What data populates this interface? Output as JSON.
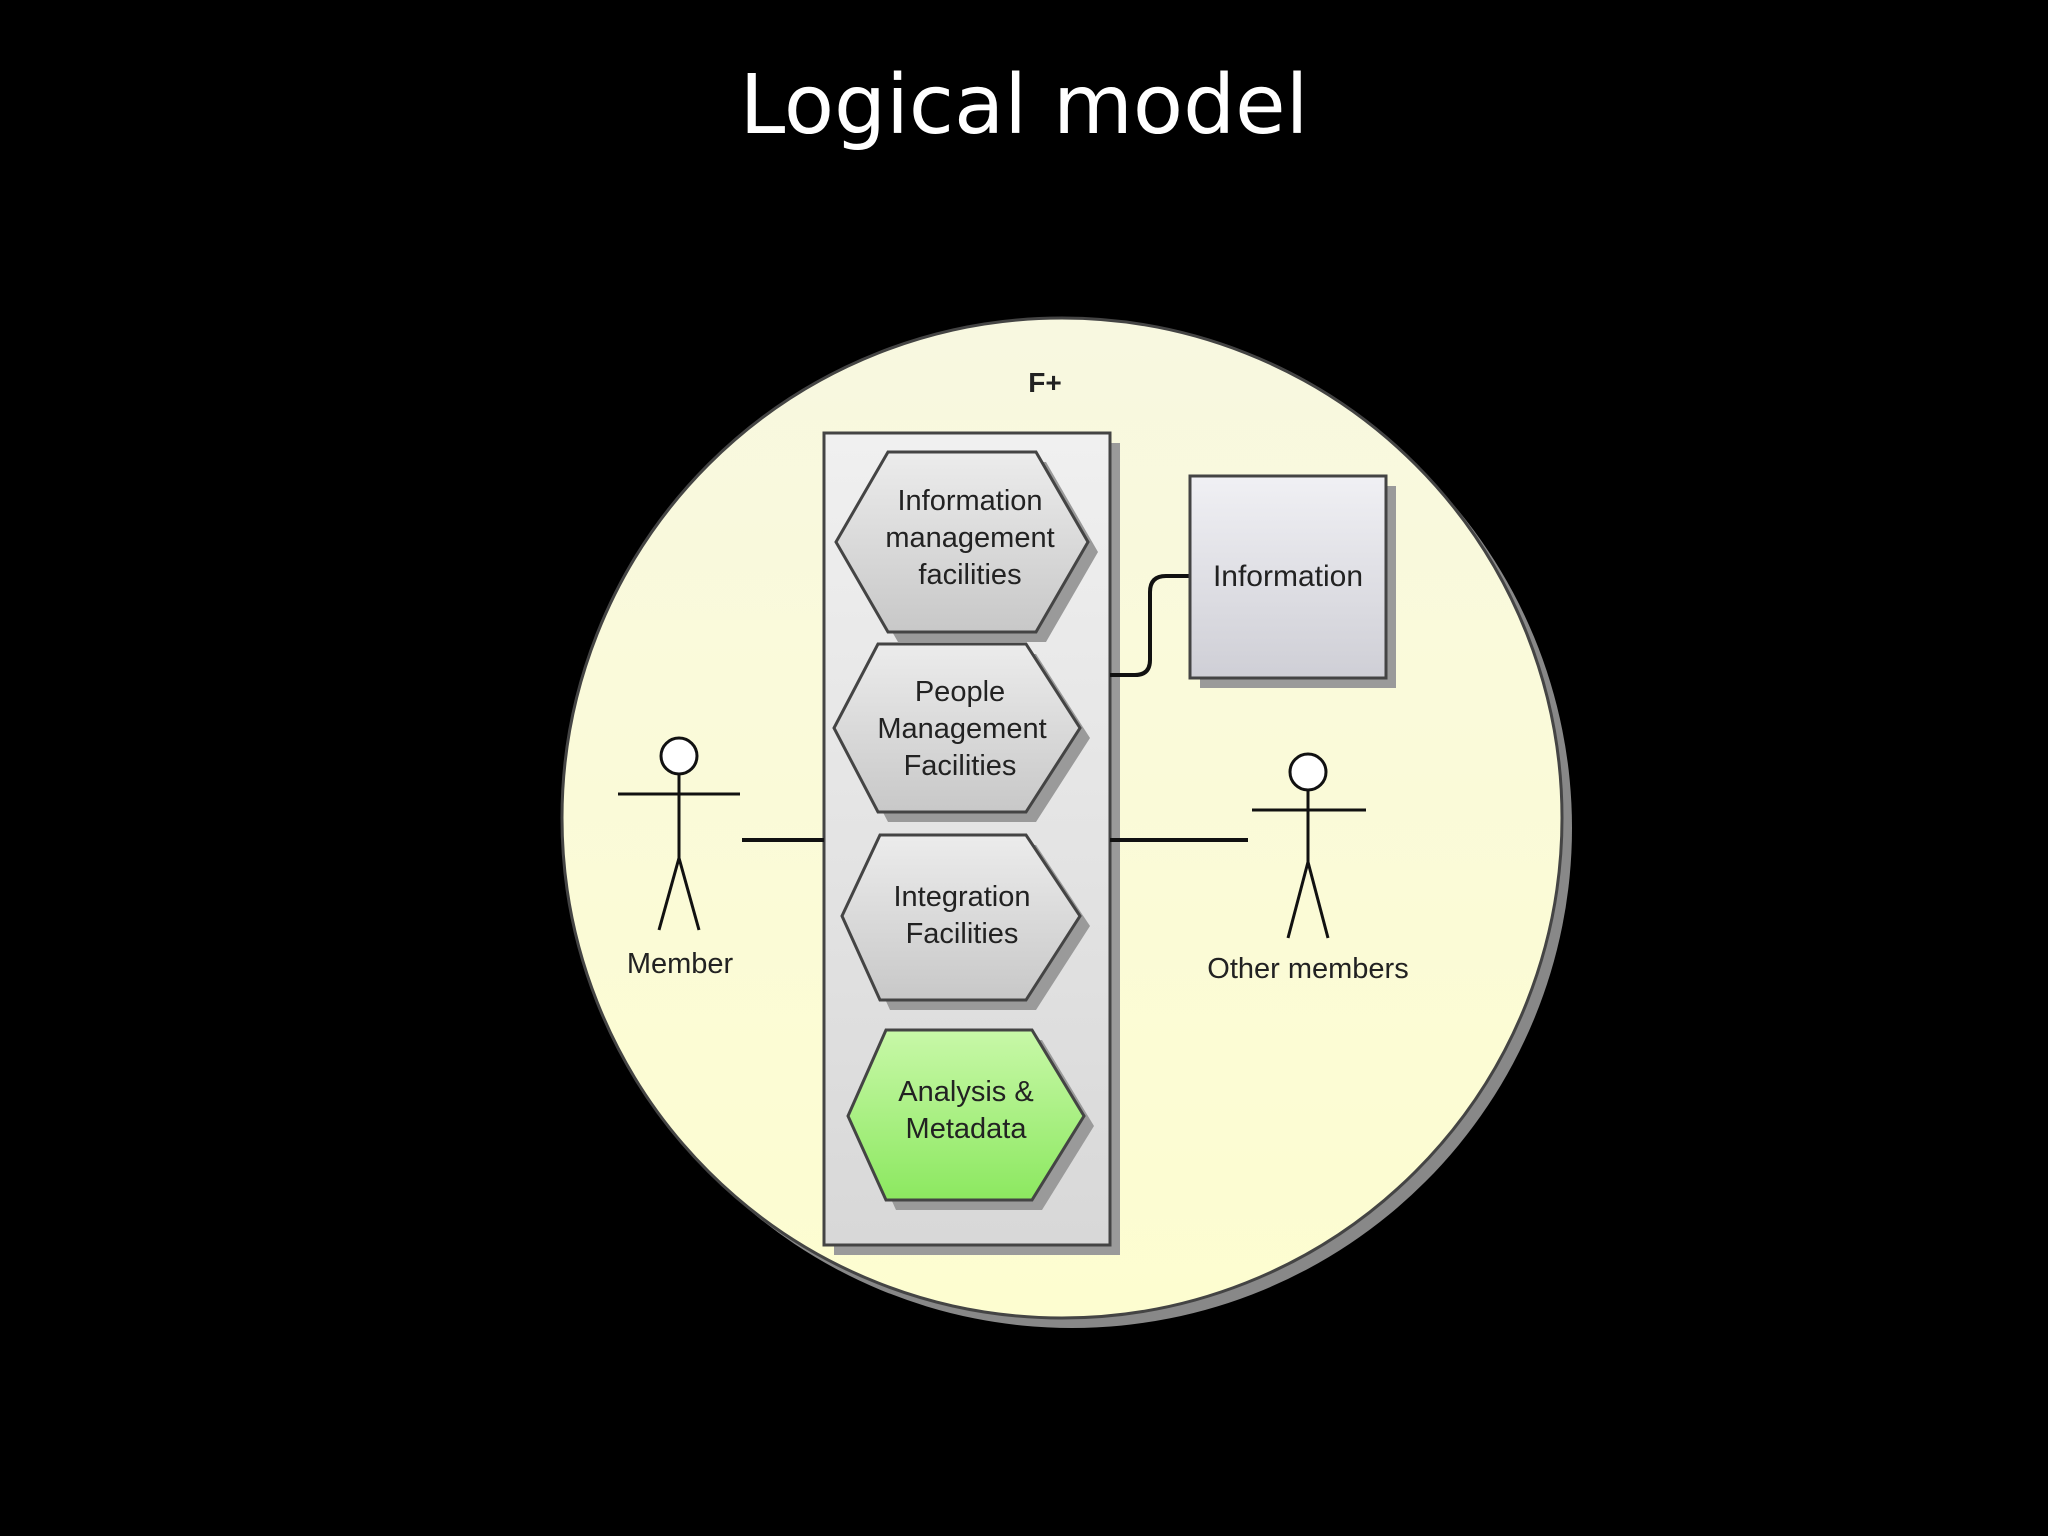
{
  "slide": {
    "title": "Logical model"
  },
  "diagram": {
    "system_label": "F+",
    "facilities": [
      {
        "lines": [
          "Information",
          "management",
          "facilities"
        ],
        "highlight": false
      },
      {
        "lines": [
          "People",
          "Management",
          "Facilities"
        ],
        "highlight": false
      },
      {
        "lines": [
          "Integration",
          "Facilities"
        ],
        "highlight": false
      },
      {
        "lines": [
          "Analysis &",
          "Metadata"
        ],
        "highlight": true
      }
    ],
    "information_box": {
      "label": "Information"
    },
    "actors": {
      "left": {
        "label": "Member"
      },
      "right": {
        "label": "Other members"
      }
    },
    "colors": {
      "background": "#000000",
      "circle_fill": "#fdfdd4",
      "container_fill": "#e2e2e2",
      "hexagon_fill": "#d6d6d6",
      "highlight_fill": "#a6f07c",
      "stroke": "#333333"
    }
  }
}
